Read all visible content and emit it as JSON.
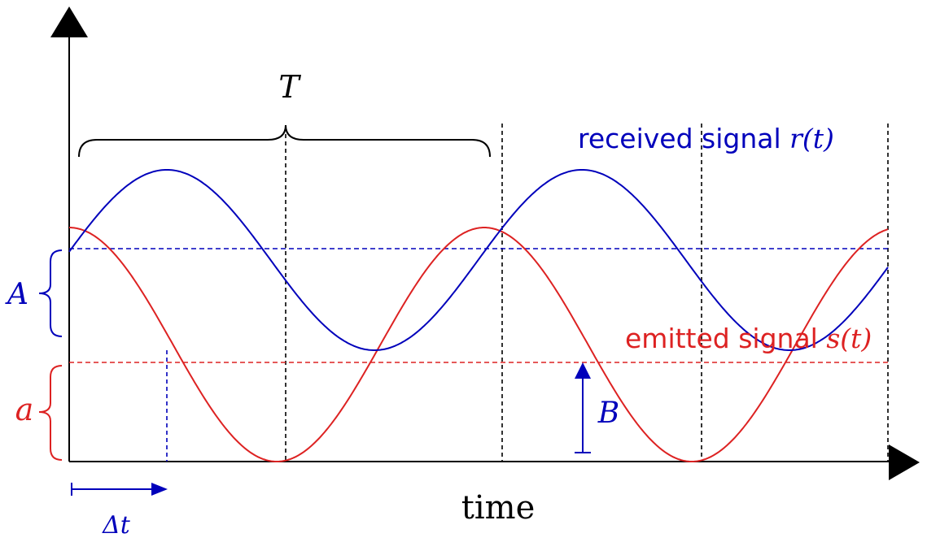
{
  "labels": {
    "period": "T",
    "received_text": "received signal ",
    "received_var": "r(t)",
    "emitted_text": "emitted signal ",
    "emitted_var": "s(t)",
    "amp_received": "A",
    "amp_emitted": "a",
    "offset": "B",
    "delay": "Δt",
    "x_axis": "time"
  },
  "colors": {
    "received": "#0000bb",
    "emitted": "#dd2222",
    "axis": "#000000"
  }
}
